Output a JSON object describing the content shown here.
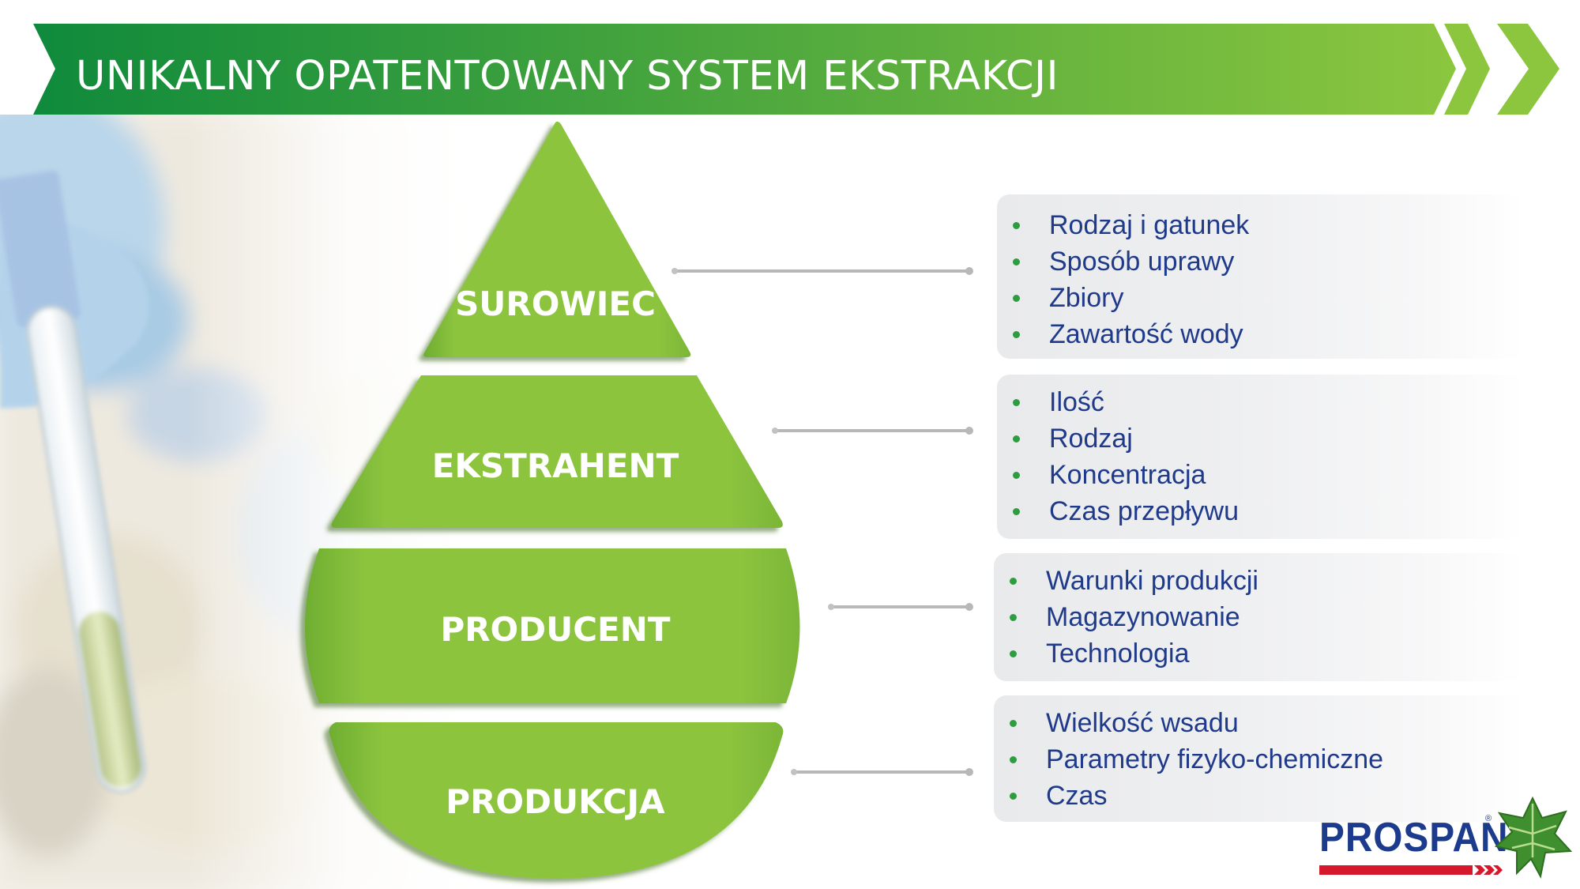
{
  "title": "UNIKALNY OPATENTOWANY SYSTEM EKSTRAKCJI",
  "colors": {
    "banner_start": "#0f8a3c",
    "banner_end": "#8cc63f",
    "segment_fill": "#8cc43e",
    "segment_shade": "#5a9a2a",
    "bullet_text": "#1f3a8a",
    "bullet_dot": "#2e9d3f"
  },
  "segments": [
    {
      "label": "SUROWIEC",
      "items": [
        "Rodzaj i gatunek",
        "Sposób uprawy",
        "Zbiory",
        "Zawartość wody"
      ]
    },
    {
      "label": "EKSTRAHENT",
      "items": [
        "Ilość",
        "Rodzaj",
        "Koncentracja",
        "Czas przepływu"
      ]
    },
    {
      "label": "PRODUCENT",
      "items": [
        "Warunki produkcji",
        "Magazynowanie",
        "Technologia"
      ]
    },
    {
      "label": "PRODUKCJA",
      "items": [
        "Wielkość wsadu",
        "Parametry fizyko-chemiczne",
        "Czas"
      ]
    }
  ],
  "logo": {
    "text": "PROSPAN",
    "reg_mark": "®"
  }
}
